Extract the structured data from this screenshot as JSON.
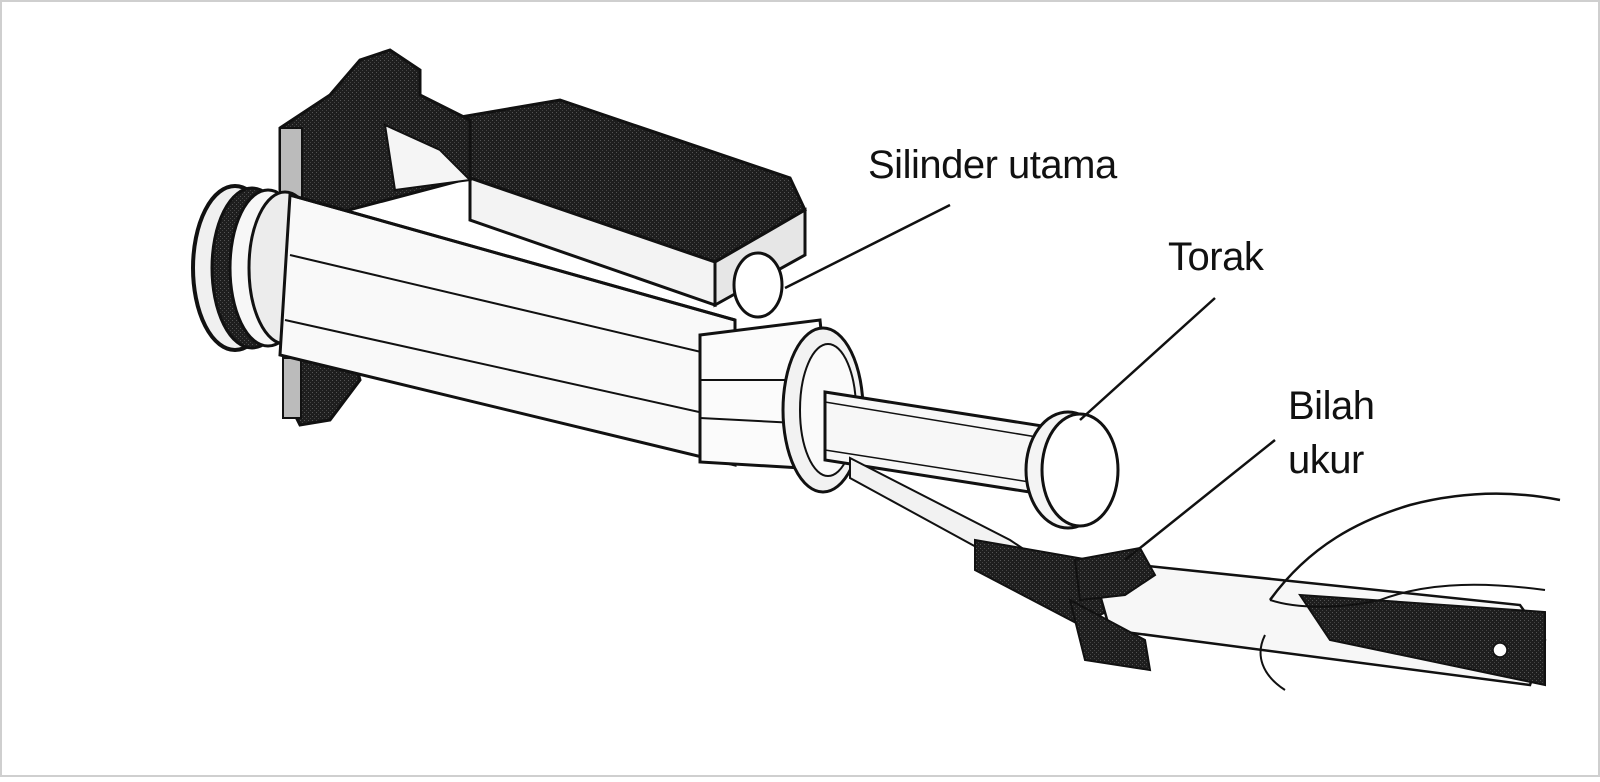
{
  "labels": {
    "master_cylinder": "Silinder utama",
    "piston": "Torak",
    "feeler_gauge_line1": "Bilah",
    "feeler_gauge_line2": "ukur"
  },
  "colors": {
    "ink": "#111111",
    "dark_fill": "#2b2b2b",
    "background": "#ffffff"
  },
  "icons": {
    "illustration": "master-cylinder-piston-clearance-measurement"
  }
}
